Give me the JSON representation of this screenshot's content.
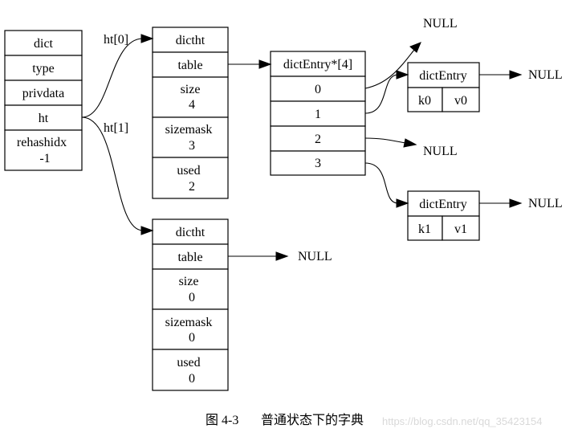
{
  "dict": {
    "fields": [
      "dict",
      "type",
      "privdata",
      "ht"
    ],
    "rehashidx": [
      "rehashidx",
      "-1"
    ]
  },
  "edge_labels": {
    "ht0": "ht[0]",
    "ht1": "ht[1]"
  },
  "ht0": {
    "title": "dictht",
    "table": "table",
    "size": [
      "size",
      "4"
    ],
    "sizemask": [
      "sizemask",
      "3"
    ],
    "used": [
      "used",
      "2"
    ]
  },
  "ht1": {
    "title": "dictht",
    "table": "table",
    "size": [
      "size",
      "0"
    ],
    "sizemask": [
      "sizemask",
      "0"
    ],
    "used": [
      "used",
      "0"
    ]
  },
  "table": {
    "title": "dictEntry*[4]",
    "slots": [
      "0",
      "1",
      "2",
      "3"
    ]
  },
  "entry0": {
    "title": "dictEntry",
    "key": "k0",
    "value": "v0"
  },
  "entry1": {
    "title": "dictEntry",
    "key": "k1",
    "value": "v1"
  },
  "null_label": "NULL",
  "caption": {
    "figure": "图 4-3",
    "title": "普通状态下的字典"
  },
  "watermark": "https://blog.csdn.net/qq_35423154"
}
